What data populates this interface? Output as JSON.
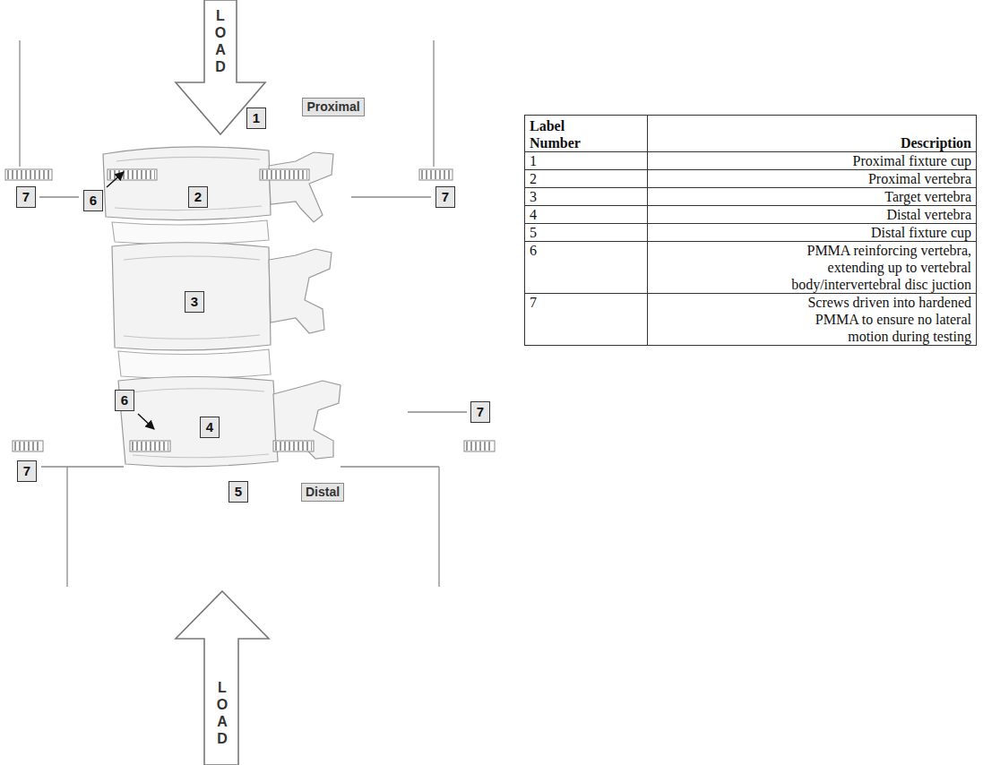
{
  "diagram": {
    "nodes": [
      {
        "text": [
          "LOAD"
        ]
      },
      {
        "text": [
          "1"
        ]
      },
      {
        "text": [
          "Proximal"
        ]
      },
      {
        "text": [
          "7"
        ]
      },
      {
        "text": [
          "6"
        ]
      },
      {
        "text": [
          "2"
        ]
      },
      {
        "text": [
          "7"
        ]
      },
      {
        "text": [
          "3"
        ]
      },
      {
        "text": [
          "6"
        ]
      },
      {
        "text": [
          "4"
        ]
      },
      {
        "text": [
          "7"
        ]
      },
      {
        "text": [
          "7"
        ]
      },
      {
        "text": [
          "5"
        ]
      },
      {
        "text": [
          "Distal"
        ]
      },
      {
        "text": [
          "LOAD"
        ]
      }
    ],
    "labels": [
      "Label Number",
      "Description",
      "1",
      "Proximal fixture cup",
      "2",
      "Proximal vertebra",
      "3",
      "Target vertebra",
      "4",
      "Distal vertebra",
      "5",
      "Distal fixture cup",
      "6",
      "PMMA reinforcing vertebra, extending up to vertebral body/intervertebral disc juction",
      "7",
      "Screws driven into hardened PMMA to ensure no lateral motion during testing"
    ]
  }
}
